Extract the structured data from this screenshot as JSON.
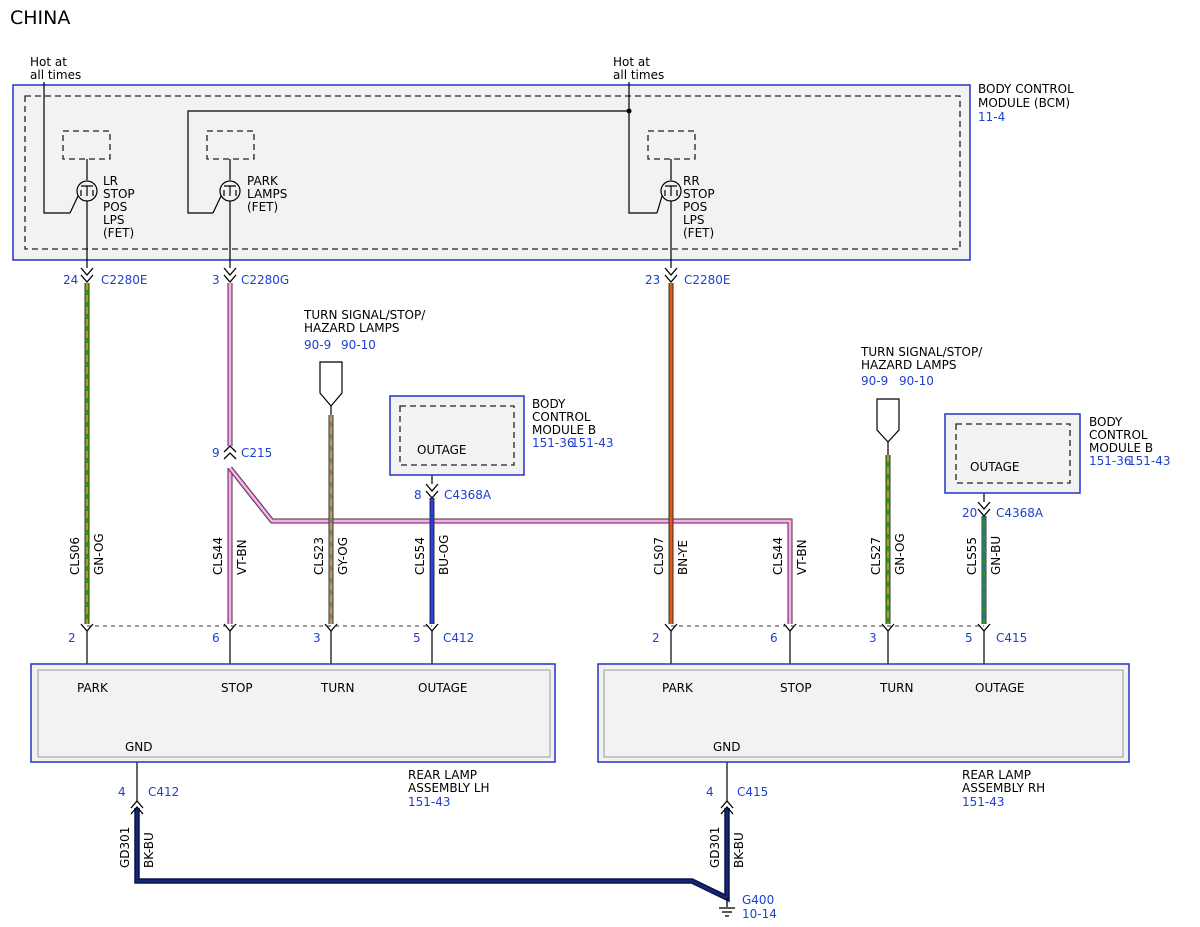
{
  "title": "CHINA",
  "hot": {
    "line1": "Hot at",
    "line2": "all times"
  },
  "bcm": {
    "label1": "BODY CONTROL",
    "label2": "MODULE (BCM)",
    "page": "11-4",
    "sw_lr": [
      "LR",
      "STOP",
      "POS",
      "LPS",
      "(FET)"
    ],
    "sw_park": [
      "PARK",
      "LAMPS",
      "(FET)"
    ],
    "sw_rr": [
      "RR",
      "STOP",
      "POS",
      "LPS",
      "(FET)"
    ]
  },
  "pins": {
    "bcm_24": "24",
    "bcm_3": "3",
    "bcm_23": "23",
    "c215": "9",
    "c4368a_lh": "8",
    "c4368a_rh": "20",
    "lh_park": "2",
    "lh_stop": "6",
    "lh_turn": "3",
    "lh_outage": "5",
    "rh_park": "2",
    "rh_stop": "6",
    "rh_turn": "3",
    "rh_outage": "5",
    "lh_gnd": "4",
    "rh_gnd": "4"
  },
  "connectors": {
    "c2280e": "C2280E",
    "c2280g": "C2280G",
    "c215": "C215",
    "c4368a": "C4368A",
    "c412": "C412",
    "c415": "C415"
  },
  "turn_ref": {
    "line1": "TURN SIGNAL/STOP/",
    "line2": "HAZARD LAMPS",
    "ref1": "90-9",
    "ref2": "90-10"
  },
  "bcmb": {
    "line1": "BODY",
    "line2": "CONTROL",
    "line3": "MODULE B",
    "ref1": "151-36",
    "ref2": "151-43",
    "outage": "OUTAGE"
  },
  "bcmb_rh": {
    "line1": "BODY",
    "line2": "CONTROL",
    "line3": "MODULE B"
  },
  "circuits": [
    {
      "id": "CLS06",
      "color": "GN-OG"
    },
    {
      "id": "CLS44",
      "color": "VT-BN"
    },
    {
      "id": "CLS23",
      "color": "GY-OG"
    },
    {
      "id": "CLS54",
      "color": "BU-OG"
    },
    {
      "id": "CLS07",
      "color": "BN-YE"
    },
    {
      "id": "CLS44",
      "color": "VT-BN"
    },
    {
      "id": "CLS27",
      "color": "GN-OG"
    },
    {
      "id": "CLS55",
      "color": "GN-BU"
    },
    {
      "id": "GD301",
      "color": "BK-BU"
    },
    {
      "id": "GD301",
      "color": "BK-BU"
    }
  ],
  "lamp_pins": {
    "park": "PARK",
    "stop": "STOP",
    "turn": "TURN",
    "outage": "OUTAGE",
    "gnd": "GND"
  },
  "lh": {
    "line1": "REAR LAMP",
    "line2": "ASSEMBLY LH",
    "page": "151-43"
  },
  "rh": {
    "line1": "REAR LAMP",
    "line2": "ASSEMBLY RH",
    "page": "151-43"
  },
  "ground": {
    "id": "G400",
    "page": "10-14"
  },
  "wire_colors": {
    "gn_og": [
      "#3a8f1e",
      "#d9a21a"
    ],
    "vt_bn": [
      "#e070c8",
      "#f6d8ee"
    ],
    "gy_og": [
      "#8c7a60",
      "#c6a265"
    ],
    "bu_og": [
      "#1f2fc8",
      "#3a4ae0"
    ],
    "bn_ye": [
      "#b4421a",
      "#e86a1c"
    ],
    "gn_bu": [
      "#2f8f3c",
      "#1e6fa0"
    ],
    "bk_bu": [
      "#0c1650",
      "#1b2a80"
    ]
  }
}
